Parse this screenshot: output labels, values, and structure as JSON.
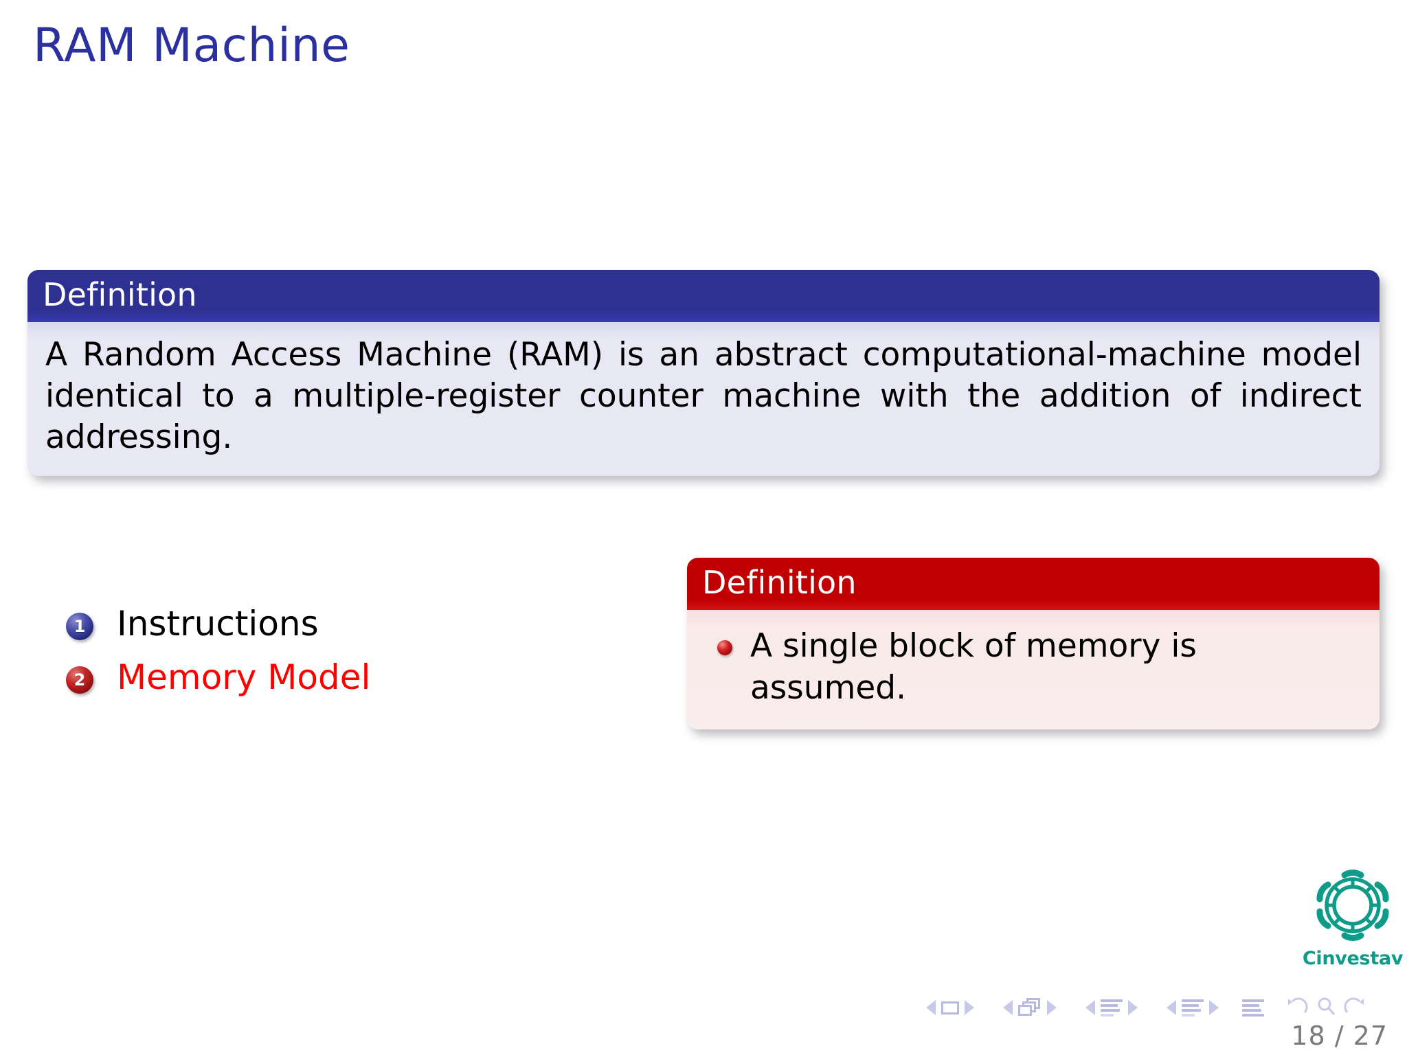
{
  "slide": {
    "title": "RAM Machine",
    "page_current": "18",
    "page_total": "27",
    "page_counter": "18 / 27"
  },
  "theme": {
    "title_color": "#2b30a0",
    "structure_blue": "#2e3192",
    "structure_blue_body": "#e8e8f4",
    "alert_red": "#c00000",
    "alert_red_body": "#faeded",
    "alerted_text": "#ff0000",
    "logo_teal": "#0e9c88",
    "nav_icon": "#c8c8e8",
    "page_counter_color": "#7a7a7a"
  },
  "definition_block": {
    "title": "Definition",
    "body": "A Random Access Machine (RAM) is an abstract computational-machine model identical to a multiple-register counter machine with the addition of indirect addressing."
  },
  "enumerate": {
    "items": [
      {
        "number": "1",
        "label": "Instructions",
        "alerted": false
      },
      {
        "number": "2",
        "label": "Memory Model",
        "alerted": true
      }
    ]
  },
  "alert_block": {
    "title": "Definition",
    "items": [
      {
        "text": "A single block of memory is assumed."
      }
    ]
  },
  "logo": {
    "wordmark": "Cinvestav",
    "icon": "cinvestav-chain-logo"
  },
  "navigation": {
    "groups": [
      {
        "icon": "slide-square-icon",
        "prev": "◀",
        "next": "▶"
      },
      {
        "icon": "frames-stack-icon",
        "prev": "◀",
        "next": "▶"
      },
      {
        "icon": "subsection-lines-icon",
        "prev": "◀",
        "next": "▶"
      },
      {
        "icon": "section-lines-icon",
        "prev": "◀",
        "next": "▶"
      }
    ],
    "presentation_icon": "document-lines-icon",
    "back_icon": "undo-arrow-icon",
    "search_icon": "magnifier-icon",
    "forward_icon": "redo-arrow-icon"
  }
}
